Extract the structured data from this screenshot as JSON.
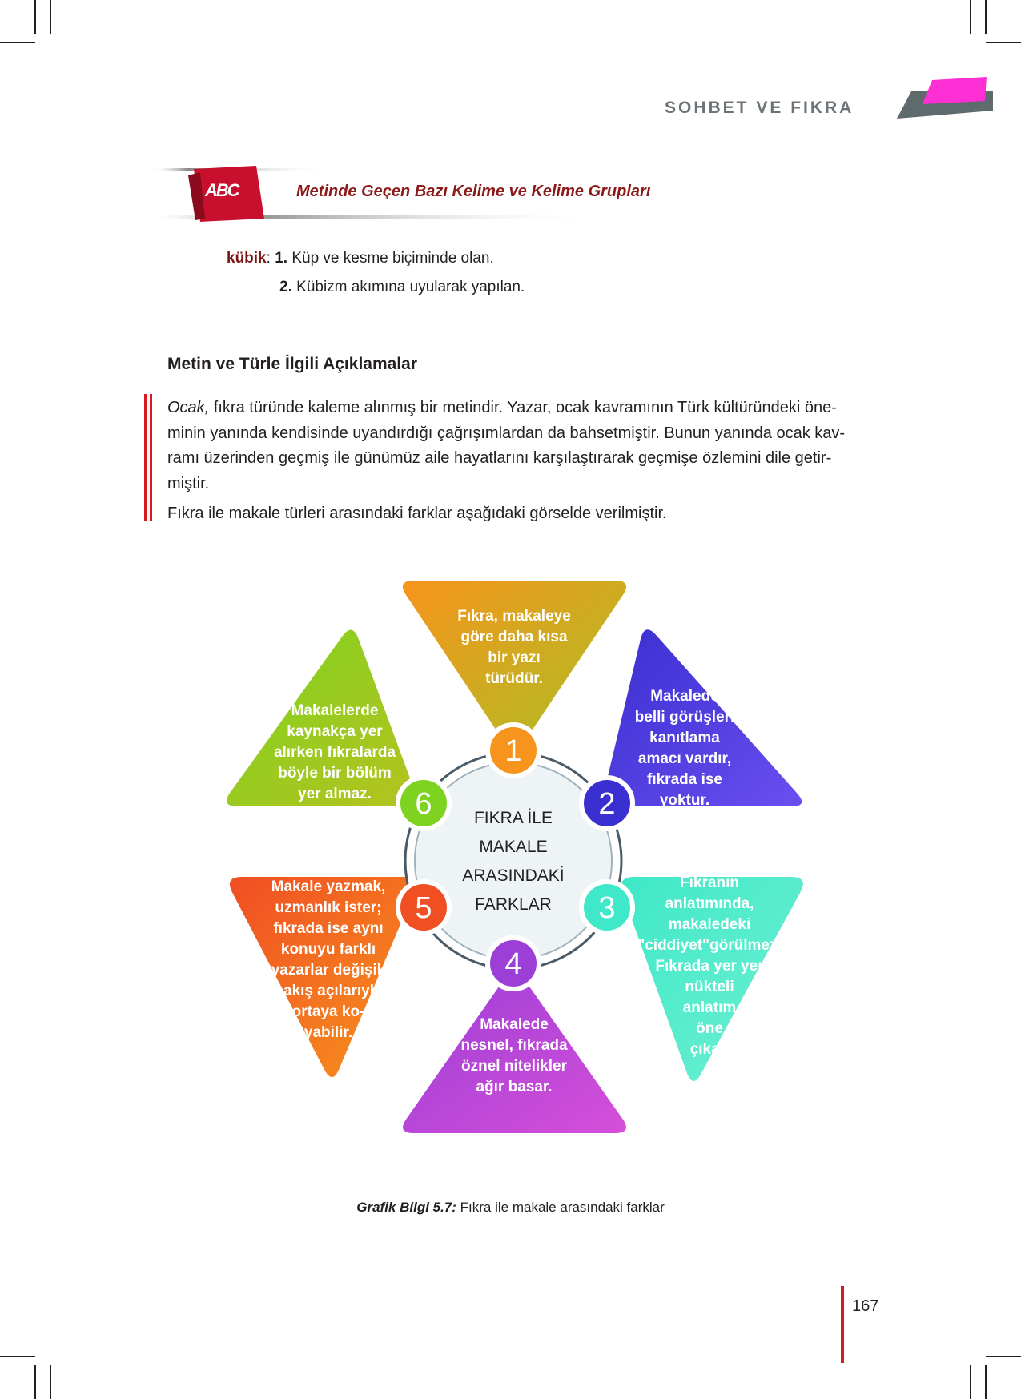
{
  "header": {
    "chapter_title": "SOHBET VE FIKRA",
    "accent_color": "#ff2fd6",
    "tab_color": "#5d6b6d"
  },
  "section_banner": {
    "icon_letters": "ABC",
    "title": "Metinde Geçen Bazı Kelime ve Kelime Grupları",
    "color": "#c8102e"
  },
  "glossary": {
    "term": "kübik",
    "definitions": [
      {
        "num": "1.",
        "text": "Küp ve kesme biçiminde olan."
      },
      {
        "num": "2.",
        "text": "Kübizm akımına uyularak yapılan."
      }
    ]
  },
  "explanations": {
    "heading": "Metin ve Türle İlgili Açıklamalar",
    "paragraph1_italic": "Ocak,",
    "paragraph1_lines": [
      " fıkra türünde kaleme alınmış bir metindir. Yazar, ocak kavramının Türk kültüründeki öne-",
      "minin yanında kendisinde uyandırdığı çağrışımlardan da bahsetmiştir. Bunun yanında ocak kav-",
      "ramı üzerinden geçmiş ile günümüz aile hayatlarını karşılaştırarak geçmişe özlemini dile getir-",
      "miştir."
    ],
    "paragraph2": "Fıkra ile makale türleri arasındaki farklar aşağıdaki görselde verilmiştir."
  },
  "diagram": {
    "center_lines": [
      "FIKRA İLE",
      "MAKALE",
      "ARASINDAKİ",
      "FARKLAR"
    ],
    "items": [
      {
        "number": "1",
        "color_a": "#f7941d",
        "color_b": "#a8c023",
        "lines": [
          "Fıkra, makaleye",
          "göre daha kısa",
          "bir yazı",
          "türüdür."
        ]
      },
      {
        "number": "2",
        "color_a": "#3a2fd0",
        "color_b": "#6a4ef0",
        "lines": [
          "Makalede",
          "belli görüşleri",
          "kanıtlama",
          "amacı vardır,",
          "fıkrada ise",
          "yoktur."
        ]
      },
      {
        "number": "3",
        "color_a": "#3fe8c8",
        "color_b": "#6ff0d2",
        "lines": [
          "Fıkranın",
          "anlatımında,",
          "makaledeki",
          "\"ciddiyet\"görülmez.",
          "Fıkrada yer yer",
          "nükteli",
          "anlatım",
          "öne",
          "çıkar."
        ]
      },
      {
        "number": "4",
        "color_a": "#9b3fd6",
        "color_b": "#d64fd9",
        "lines": [
          "Makalede",
          "nesnel, fıkrada",
          "öznel nitelikler",
          "ağır basar."
        ]
      },
      {
        "number": "5",
        "color_a": "#f04e23",
        "color_b": "#f7941d",
        "lines": [
          "Makale yazmak,",
          "uzmanlık ister;",
          "fıkrada ise aynı",
          "konuyu farklı",
          "yazarlar değişik",
          "bakış açılarıyla",
          "ortaya ko-",
          "yabilir."
        ]
      },
      {
        "number": "6",
        "color_a": "#7ed321",
        "color_b": "#b5c21f",
        "lines": [
          "Makalelerde",
          "kaynakça yer",
          "alırken fıkralarda",
          "böyle bir bölüm",
          "yer almaz."
        ]
      }
    ]
  },
  "caption": {
    "label": "Grafik Bilgi 5.7:",
    "text": " Fıkra ile makale arasındaki farklar"
  },
  "page_number": "167"
}
